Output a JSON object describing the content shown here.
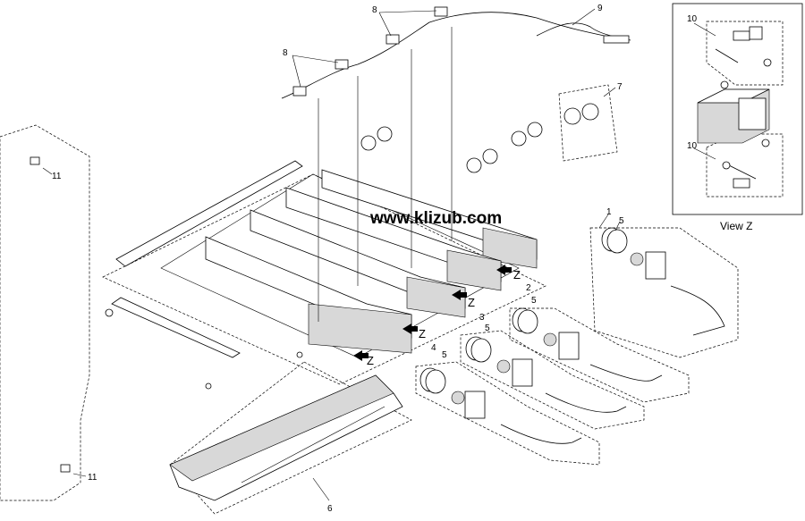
{
  "watermark": "www.klizub.com",
  "view_label": "View Z",
  "z_marker": "Z",
  "callouts": {
    "c1": "1",
    "c2": "2",
    "c3": "3",
    "c4": "4",
    "c5": "5",
    "c6": "6",
    "c7": "7",
    "c8": "8",
    "c9": "9",
    "c10": "10",
    "c11": "11"
  }
}
